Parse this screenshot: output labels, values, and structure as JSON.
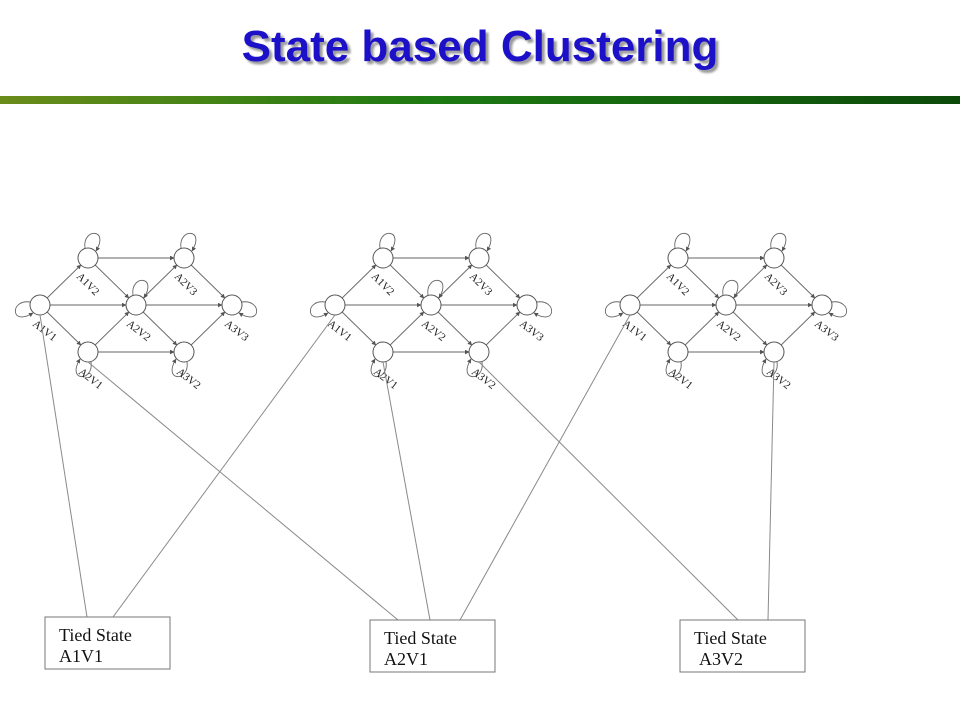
{
  "slide": {
    "title": "State based Clustering"
  },
  "diagram": {
    "state_labels": [
      "A1V1",
      "A1V2",
      "A2V1",
      "A2V2",
      "A2V3",
      "A3V2",
      "A3V3"
    ],
    "groups": 3,
    "tied_states": [
      {
        "line1": "Tied State",
        "line2": "A1V1",
        "members": [
          "group1.A1V1",
          "group2.A1V1"
        ]
      },
      {
        "line1": "Tied State",
        "line2": "A2V1",
        "members": [
          "group1.A2V1",
          "group2.A2V1",
          "group3.A1V1"
        ]
      },
      {
        "line1": "Tied State",
        "line2": "A3V2",
        "members": [
          "group2.A3V2",
          "group3.A3V2"
        ]
      }
    ]
  }
}
